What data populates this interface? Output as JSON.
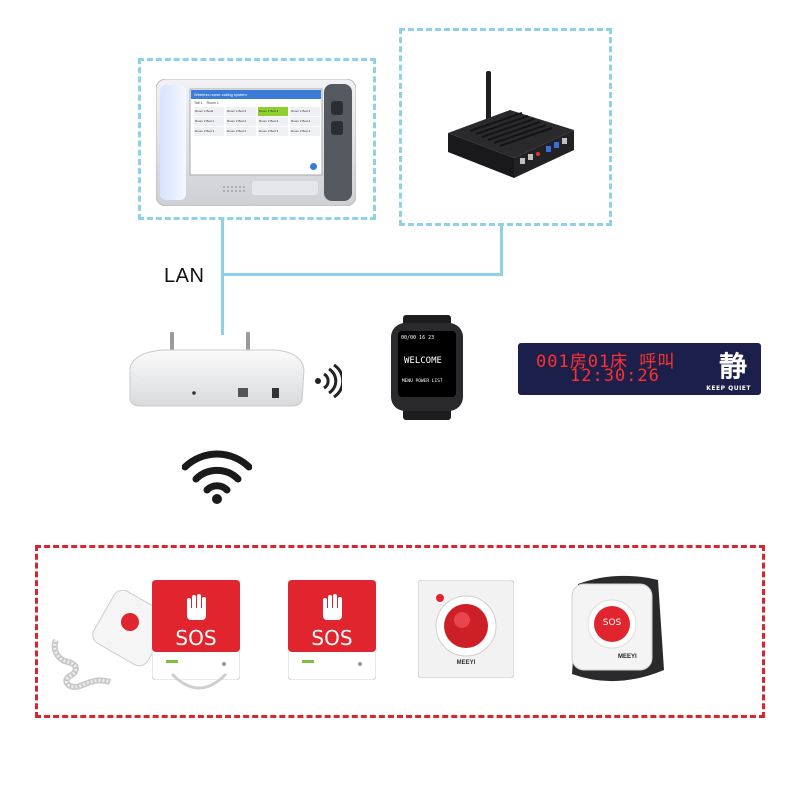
{
  "lan": {
    "label": "LAN"
  },
  "tablet": {
    "screen_title": "Wireless nurse calling system",
    "tabs": [
      "Tab 1",
      "Room 1"
    ],
    "rooms": [
      [
        "Room 1 Bed1",
        "Room 1 Bed 2",
        "Room 1 Bed 3",
        "Room 1 Bed 4"
      ],
      [
        "Room 2 Bed 1",
        "Room 2 Bed 2",
        "Room 2 Bed 3",
        "Room 2 Bed 4"
      ],
      [
        "Room 3 Bed 1",
        "Room 3 Bed 2",
        "Room 3 Bed 3",
        "Room 3 Bed 4"
      ]
    ]
  },
  "watch": {
    "status": "00/00 16 23",
    "message": "WELCOME",
    "menu": "MENU POWER LIST"
  },
  "led_sign": {
    "line1": "001房01床 呼叫",
    "line2": "12:30:26",
    "quiet_char": "静",
    "quiet_text": "KEEP QUIET"
  },
  "call_devices": {
    "sos_label": "SOS",
    "brand": "MEEYI"
  },
  "colors": {
    "lan_line": "#8fd0ea",
    "call_box_border": "#d9252f",
    "sos_red": "#e0252e",
    "led_background": "#1b1f4a",
    "led_text": "#ff3131"
  }
}
